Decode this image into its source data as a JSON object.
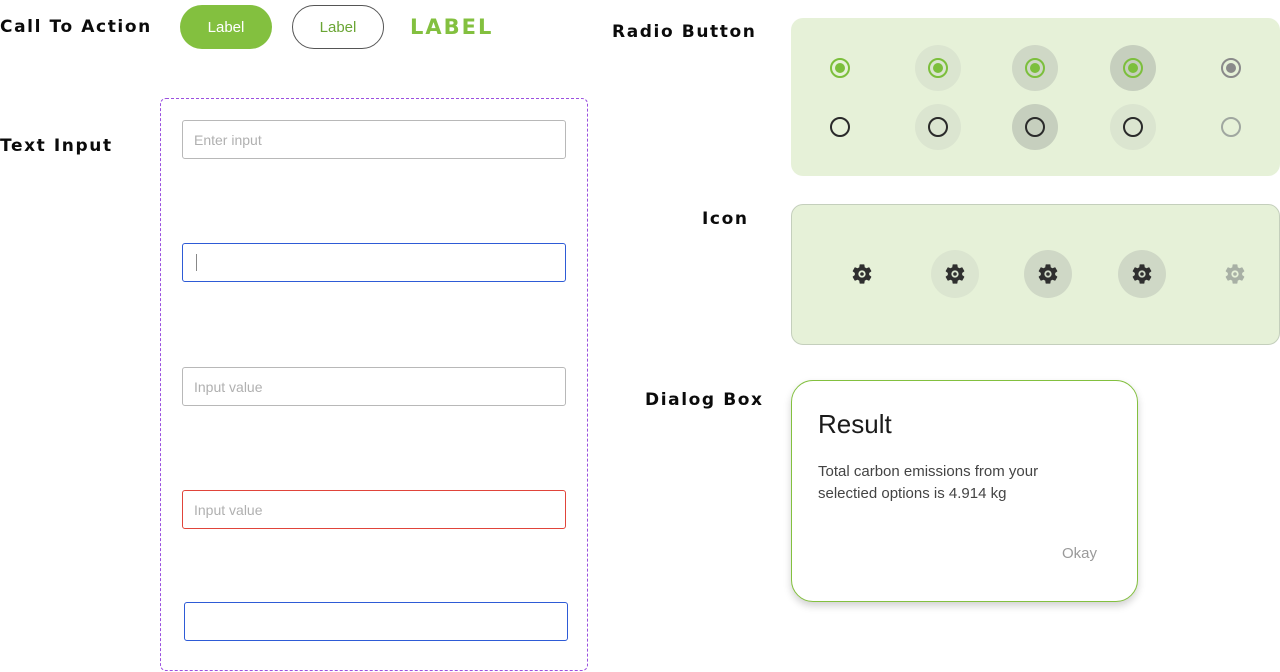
{
  "sections": {
    "cta": "Call To Action",
    "text_input": "Text Input",
    "radio": "Radio Button",
    "icon": "Icon",
    "dialog": "Dialog Box"
  },
  "cta": {
    "filled_label": "Label",
    "outlined_label": "Label",
    "text_label": "LABEL",
    "accent_color": "#83c03f"
  },
  "inputs": {
    "default_placeholder": "Enter input",
    "filled_value": "Input value",
    "error_value": "Input value",
    "focus_color": "#2e5bd6",
    "error_color": "#e0443a"
  },
  "radio": {
    "selected_row": [
      "enabled",
      "hover",
      "focus",
      "pressed",
      "disabled"
    ],
    "unselected_row": [
      "enabled",
      "hover",
      "focus",
      "pressed",
      "disabled"
    ]
  },
  "icons": {
    "name": "gear-icon",
    "states": [
      "enabled",
      "hover",
      "focus",
      "pressed",
      "disabled"
    ]
  },
  "dialog": {
    "title": "Result",
    "body": "Total carbon emissions from your selectied options is 4.914 kg",
    "confirm_label": "Okay"
  }
}
